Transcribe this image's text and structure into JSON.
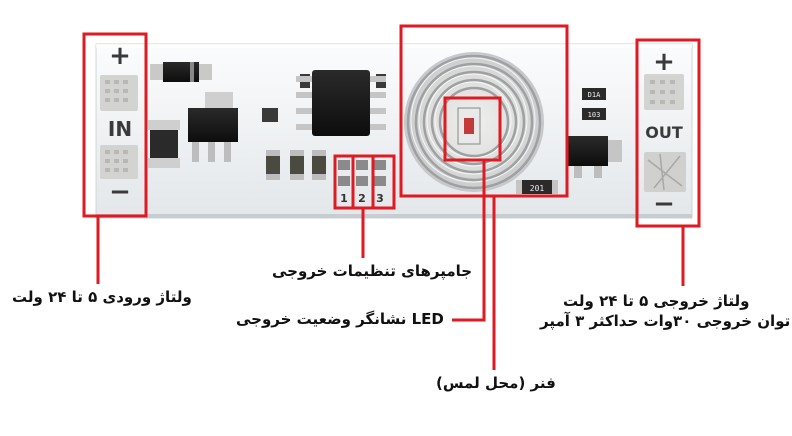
{
  "board": {
    "input_plus": "+",
    "input_minus": "−",
    "input_label": "IN",
    "output_plus": "+",
    "output_minus": "−",
    "output_label": "OUT",
    "jumper_numbers": [
      "1",
      "2",
      "3"
    ],
    "resistor_code": "201",
    "smd_code_1": "D1A",
    "smd_code_2": "103"
  },
  "labels": {
    "jumpers": "جامپرهای تنظیمات خروجی",
    "led": "LED نشانگر وضعیت خروجی",
    "spring": "فنر (محل لمس)",
    "input_voltage": "ولتاژ ورودی ۵ تا ۲۴ ولت",
    "output_voltage": "ولتاژ خروجی ۵ تا ۲۴ ولت",
    "output_power": "توان خروجی ۳۰وات حداکثر ۳ آمپر"
  },
  "colors": {
    "annotation": "#e01a22",
    "pcb": "#f4f6f8",
    "pad": "#c9c9c9",
    "chip": "#1a1a1a",
    "spring": "#b9bcbf"
  }
}
